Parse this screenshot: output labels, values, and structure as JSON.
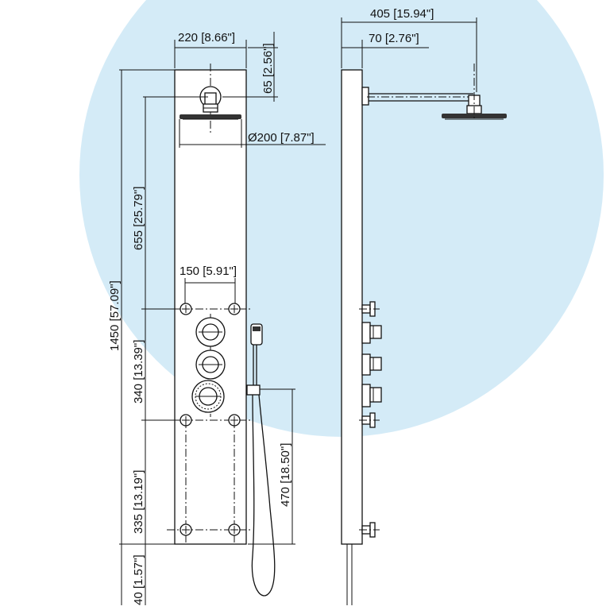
{
  "colors": {
    "background": "#ffffff",
    "sky": "#d4ebf7",
    "ink": "#111111"
  },
  "front_view": {
    "width_label": "220 [8.66\"]",
    "top_offset_label": "65 [2.56\"]",
    "head_diameter_label": "Ø200 [7.87\"]",
    "head_to_valves_label": "655 [25.79\"]",
    "total_height_label": "1450 [57.09\"]",
    "jet_spacing_label": "150 [5.91\"]",
    "valve_block_label": "340 [13.39\"]",
    "lower_block_label": "335 [13.19\"]",
    "bottom_offset_label": "40 [1.57\"]",
    "hand_shower_label": "470 [18.50\"]"
  },
  "side_view": {
    "arm_reach_label": "405 [15.94\"]",
    "panel_depth_label": "70 [2.76\"]"
  }
}
